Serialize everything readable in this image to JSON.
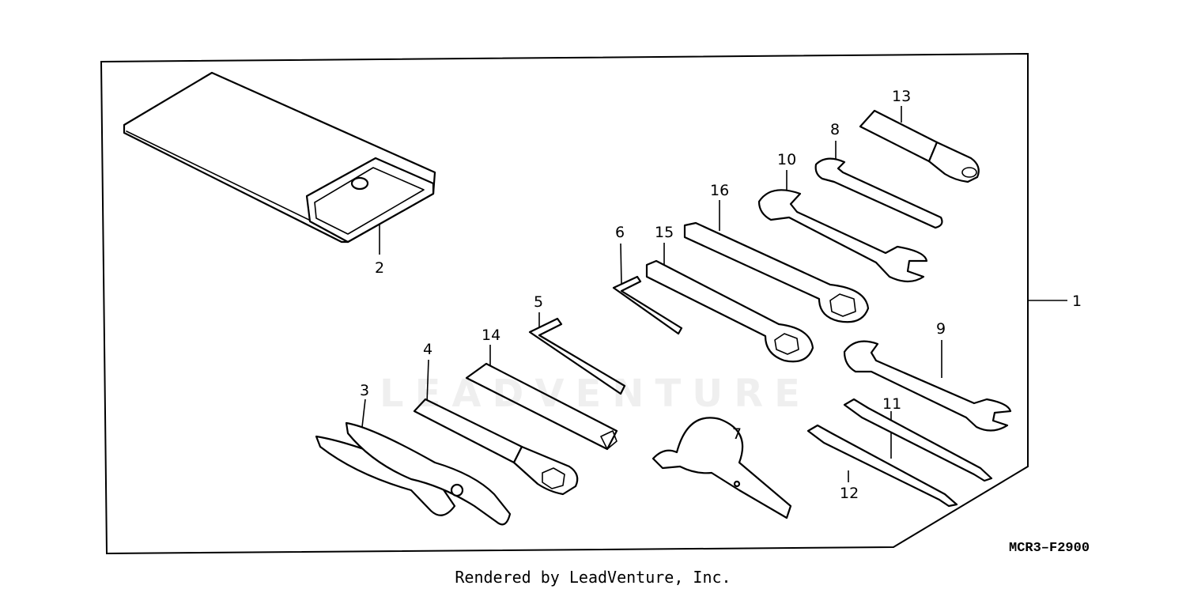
{
  "diagram": {
    "callouts": [
      {
        "id": "c1",
        "label": "1"
      },
      {
        "id": "c2",
        "label": "2"
      },
      {
        "id": "c3",
        "label": "3"
      },
      {
        "id": "c4",
        "label": "4"
      },
      {
        "id": "c5",
        "label": "5"
      },
      {
        "id": "c6",
        "label": "6"
      },
      {
        "id": "c7",
        "label": "7"
      },
      {
        "id": "c8",
        "label": "8"
      },
      {
        "id": "c9",
        "label": "9"
      },
      {
        "id": "c10",
        "label": "10"
      },
      {
        "id": "c11",
        "label": "11"
      },
      {
        "id": "c12",
        "label": "12"
      },
      {
        "id": "c13",
        "label": "13"
      },
      {
        "id": "c14",
        "label": "14"
      },
      {
        "id": "c15",
        "label": "15"
      },
      {
        "id": "c16",
        "label": "16"
      }
    ],
    "diagram_code": "MCR3–F2900",
    "watermark": "LEADVENTURE",
    "credit": "Rendered by LeadVenture, Inc."
  }
}
